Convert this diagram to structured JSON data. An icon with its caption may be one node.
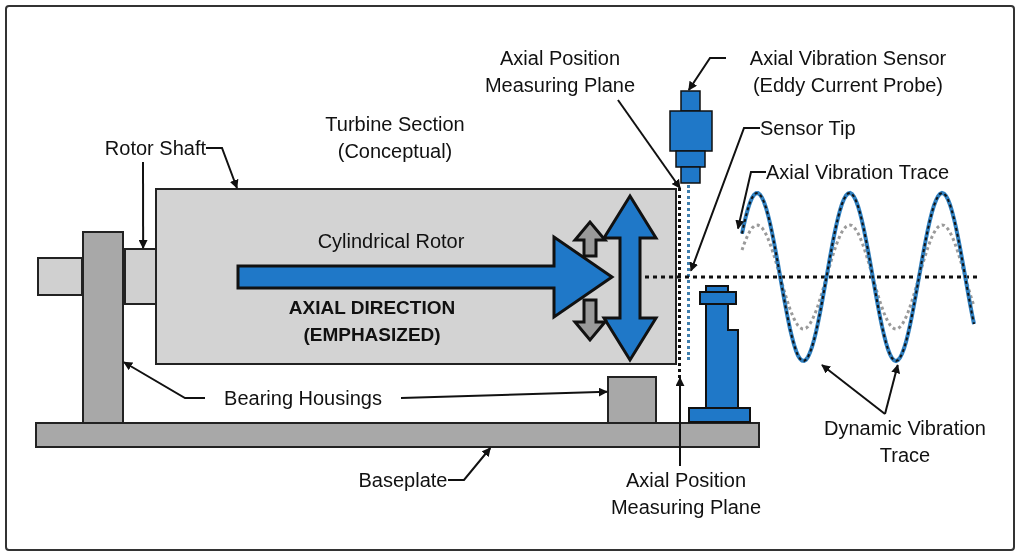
{
  "diagram": {
    "nodes": [
      {
        "text": [
          "Rotor Shaft"
        ]
      },
      {
        "text": [
          "Turbine Section (Conceptual)"
        ]
      },
      {
        "text": [
          "Axial Position Measuring Plane"
        ]
      },
      {
        "text": [
          "Axial Vibration Sensor (Eddy Current Probe)"
        ]
      },
      {
        "text": [
          "Sensor Tip"
        ]
      },
      {
        "text": [
          "Axial Vibration Trace"
        ]
      },
      {
        "text": [
          "Cylindrical Rotor",
          "AXIAL DIRECTION (EMPHASIZED)"
        ]
      },
      {
        "text": [],
        "shape": "box"
      },
      {
        "text": [],
        "shape": "box"
      },
      {
        "text": [],
        "shape": "box"
      },
      {
        "text": [
          "Bearing Housings"
        ]
      },
      {
        "text": [],
        "shape": "bar"
      },
      {
        "text": [
          "Baseplate"
        ]
      },
      {
        "text": [],
        "shape": "line"
      },
      {
        "text": [],
        "shape": "picture"
      },
      {
        "text": [],
        "shape": "line"
      },
      {
        "text": [],
        "shape": "picture"
      },
      {
        "text": [
          "Axial Position Measuring Plane"
        ]
      },
      {
        "text": [
          "Dynamic Vibration Trace"
        ]
      }
    ],
    "edges": [
      {
        "from": 0,
        "to": 7,
        "arrow": "to"
      },
      {
        "from": 0,
        "to": 6,
        "arrow": "to"
      },
      {
        "from": 2,
        "to": 13,
        "arrow": "to"
      },
      {
        "from": 3,
        "to": 14,
        "arrow": "to"
      },
      {
        "from": 4,
        "to": 15,
        "arrow": "to"
      },
      {
        "from": 5,
        "to": 16,
        "arrow": "to"
      },
      {
        "from": 10,
        "to": 8,
        "arrow": "to"
      },
      {
        "from": 10,
        "to": 9,
        "arrow": "to"
      },
      {
        "from": 12,
        "to": 11,
        "arrow": "to"
      },
      {
        "from": 17,
        "to": 13,
        "arrow": "to"
      },
      {
        "from": 18,
        "to": 16,
        "arrow": "to"
      },
      {
        "from": 18,
        "to": 16,
        "arrow": "to"
      }
    ]
  }
}
